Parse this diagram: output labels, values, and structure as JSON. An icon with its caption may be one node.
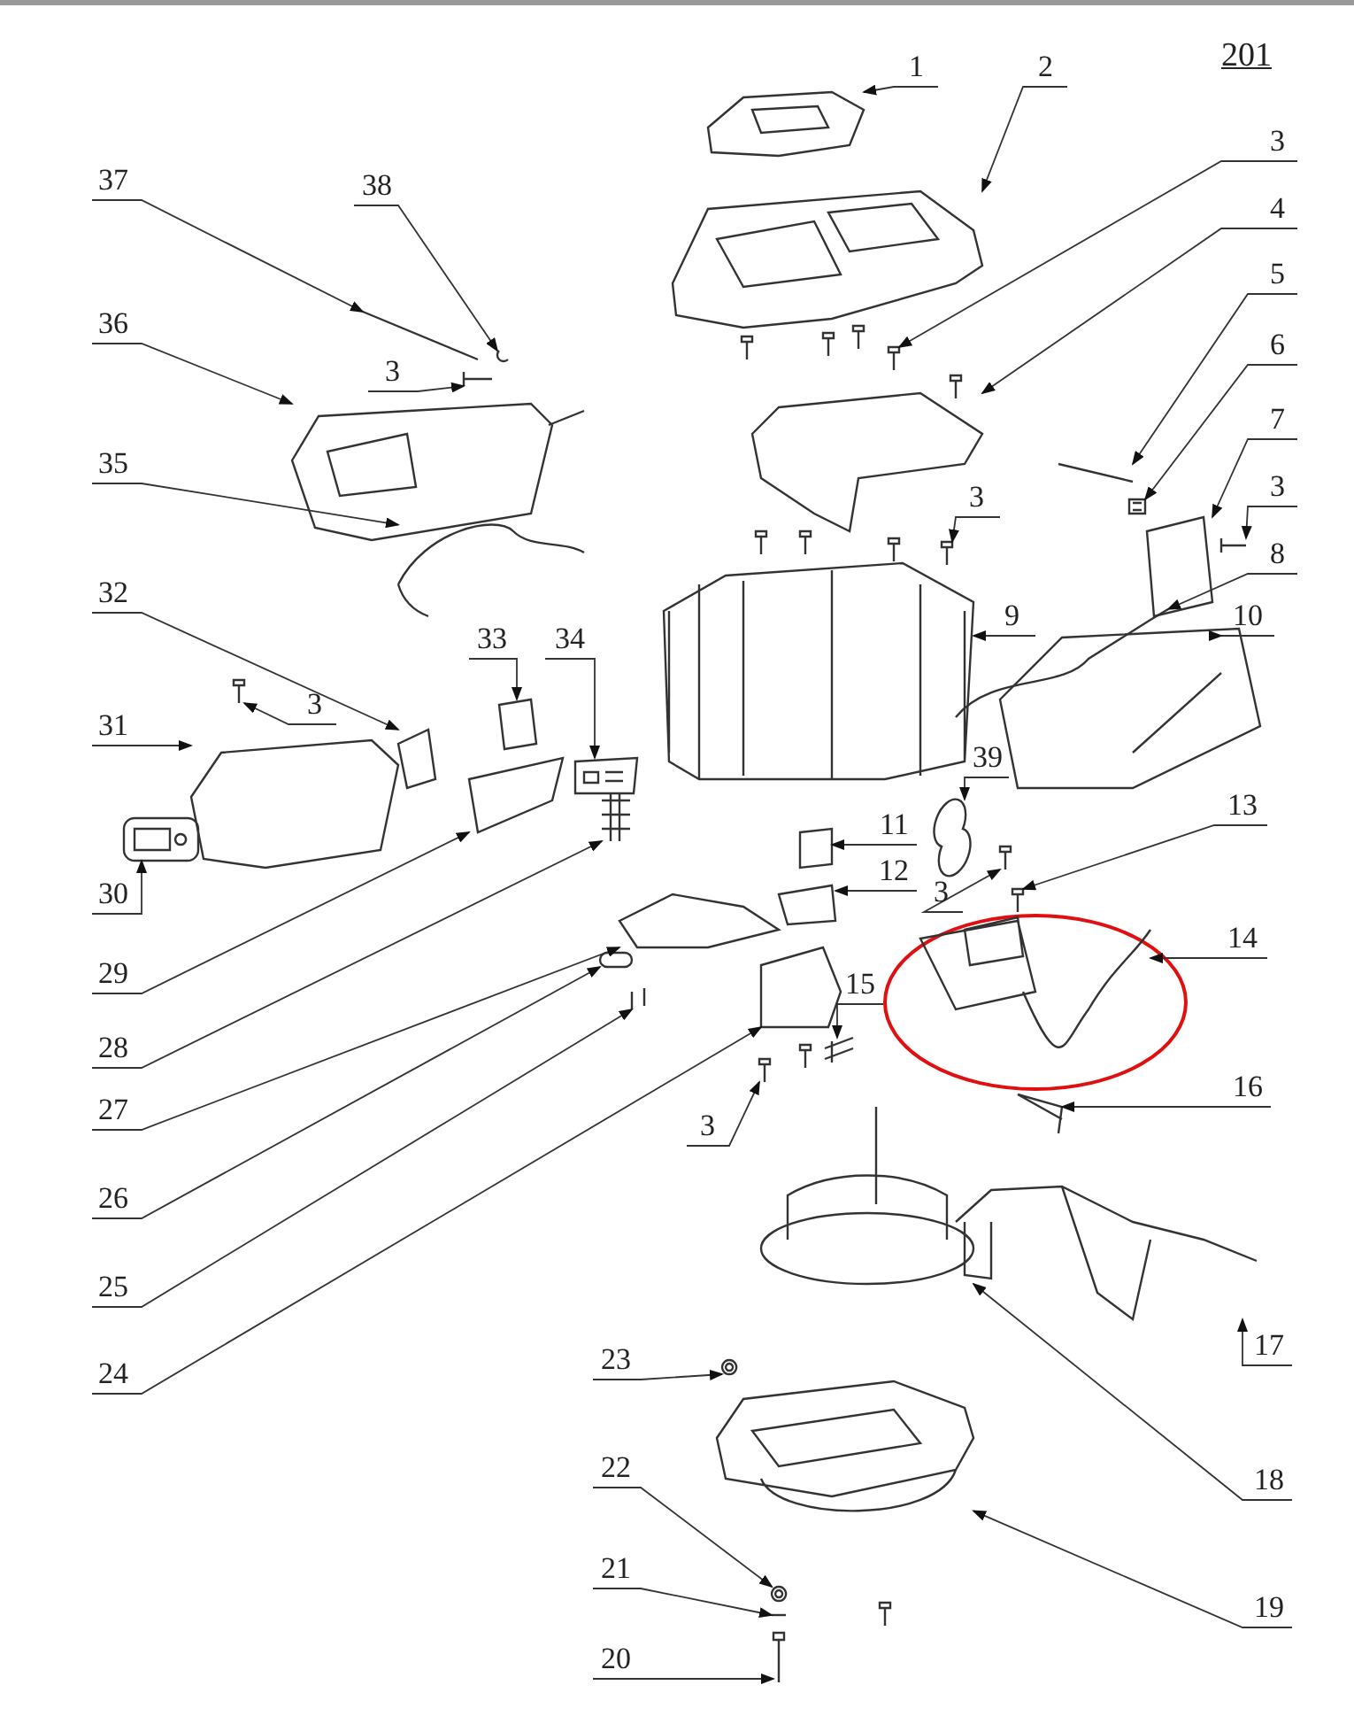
{
  "diagram": {
    "nodes": [
      {
        "text": [
          "1"
        ]
      },
      {
        "text": [
          "2"
        ]
      },
      {
        "text": [
          "3"
        ]
      },
      {
        "text": [
          "37"
        ]
      },
      {
        "text": [
          "38"
        ]
      },
      {
        "text": [
          "4"
        ]
      },
      {
        "text": [
          "36"
        ]
      },
      {
        "text": [
          "3"
        ]
      },
      {
        "text": [
          "5"
        ]
      },
      {
        "text": [
          "6"
        ]
      },
      {
        "text": [
          "7"
        ]
      },
      {
        "text": [
          "3"
        ]
      },
      {
        "text": [
          "35"
        ]
      },
      {
        "text": [
          "3"
        ]
      },
      {
        "text": [
          "8"
        ]
      },
      {
        "text": [
          "9"
        ]
      },
      {
        "text": [
          "10"
        ]
      },
      {
        "text": [
          "32"
        ]
      },
      {
        "text": [
          "33"
        ]
      },
      {
        "text": [
          "34"
        ]
      },
      {
        "text": [
          "31"
        ]
      },
      {
        "text": [
          "3"
        ]
      },
      {
        "text": [
          "39"
        ]
      },
      {
        "text": [
          "13"
        ]
      },
      {
        "text": [
          "11"
        ]
      },
      {
        "text": [
          "12"
        ]
      },
      {
        "text": [
          "3"
        ]
      },
      {
        "text": [
          "30"
        ]
      },
      {
        "text": [
          "29"
        ]
      },
      {
        "text": [
          "14"
        ]
      },
      {
        "text": [
          "28"
        ]
      },
      {
        "text": [
          "15"
        ]
      },
      {
        "text": [
          "16"
        ]
      },
      {
        "text": [
          "27"
        ]
      },
      {
        "text": [
          "3"
        ]
      },
      {
        "text": [
          "26"
        ]
      },
      {
        "text": [
          "25"
        ]
      },
      {
        "text": [
          "17"
        ]
      },
      {
        "text": [
          "24"
        ]
      },
      {
        "text": [
          "23"
        ]
      },
      {
        "text": [
          "18"
        ]
      },
      {
        "text": [
          "22"
        ]
      },
      {
        "text": [
          "21"
        ]
      },
      {
        "text": [
          "19"
        ]
      },
      {
        "text": [
          "20"
        ]
      },
      {
        "text": [],
        "shape": "picture"
      },
      {
        "text": [],
        "shape": "picture"
      },
      {
        "text": [],
        "shape": "picture"
      },
      {
        "text": [],
        "shape": "picture"
      },
      {
        "text": [],
        "shape": "picture"
      },
      {
        "text": [],
        "shape": "picture"
      },
      {
        "text": [],
        "shape": "picture"
      },
      {
        "text": [],
        "shape": "picture"
      },
      {
        "text": [],
        "shape": "picture"
      },
      {
        "text": [],
        "shape": "picture"
      },
      {
        "text": [],
        "shape": "picture"
      },
      {
        "text": [],
        "shape": "picture"
      },
      {
        "text": [],
        "shape": "picture"
      },
      {
        "text": [],
        "shape": "picture"
      },
      {
        "text": [],
        "shape": "picture"
      },
      {
        "text": [],
        "shape": "picture"
      },
      {
        "text": [],
        "shape": "picture"
      },
      {
        "text": [],
        "shape": "picture"
      },
      {
        "text": [],
        "shape": "picture"
      },
      {
        "text": [],
        "shape": "picture"
      },
      {
        "text": [],
        "shape": "picture"
      },
      {
        "text": [],
        "shape": "picture"
      },
      {
        "text": [],
        "shape": "picture"
      },
      {
        "text": [],
        "shape": "picture"
      },
      {
        "text": [],
        "shape": "picture"
      },
      {
        "text": [],
        "shape": "picture"
      },
      {
        "text": [],
        "shape": "picture"
      },
      {
        "text": [],
        "shape": "picture"
      },
      {
        "text": [],
        "shape": "picture"
      },
      {
        "text": [],
        "shape": "picture"
      },
      {
        "text": [],
        "shape": "picture"
      },
      {
        "text": [],
        "shape": "picture"
      },
      {
        "text": [],
        "shape": "picture"
      },
      {
        "text": [],
        "shape": "picture"
      },
      {
        "text": [],
        "shape": "picture"
      },
      {
        "text": [],
        "shape": "picture"
      },
      {
        "text": [],
        "shape": "picture"
      },
      {
        "text": [],
        "shape": "picture"
      },
      {
        "text": [],
        "shape": "picture"
      },
      {
        "text": [],
        "shape": "picture"
      },
      {
        "text": [],
        "shape": "picture"
      },
      {
        "text": [],
        "shape": "picture"
      },
      {
        "text": [],
        "shape": "picture"
      },
      {
        "text": [],
        "shape": "picture"
      },
      {
        "text": [],
        "shape": "picture"
      }
    ],
    "edges": [
      {
        "from": 0,
        "to": 45,
        "arrow": "to"
      },
      {
        "from": 1,
        "to": 46,
        "arrow": "to"
      },
      {
        "from": 2,
        "to": 47,
        "arrow": "to"
      },
      {
        "from": 3,
        "to": 48,
        "arrow": "to"
      },
      {
        "from": 4,
        "to": 49,
        "arrow": "to"
      },
      {
        "from": 5,
        "to": 50,
        "arrow": "to"
      },
      {
        "from": 6,
        "to": 51,
        "arrow": "to"
      },
      {
        "from": 7,
        "to": 52,
        "arrow": "to"
      },
      {
        "from": 8,
        "to": 53,
        "arrow": "to"
      },
      {
        "from": 9,
        "to": 54,
        "arrow": "to"
      },
      {
        "from": 10,
        "to": 55,
        "arrow": "to"
      },
      {
        "from": 11,
        "to": 56,
        "arrow": "to"
      },
      {
        "from": 12,
        "to": 57,
        "arrow": "to"
      },
      {
        "from": 13,
        "to": 58,
        "arrow": "to"
      },
      {
        "from": 14,
        "to": 59,
        "arrow": "to"
      },
      {
        "from": 15,
        "to": 60,
        "arrow": "to"
      },
      {
        "from": 16,
        "to": 61,
        "arrow": "to"
      },
      {
        "from": 17,
        "to": 62,
        "arrow": "to"
      },
      {
        "from": 18,
        "to": 63,
        "arrow": "to"
      },
      {
        "from": 19,
        "to": 64,
        "arrow": "to"
      },
      {
        "from": 20,
        "to": 65,
        "arrow": "to"
      },
      {
        "from": 21,
        "to": 66,
        "arrow": "to"
      },
      {
        "from": 22,
        "to": 67,
        "arrow": "to"
      },
      {
        "from": 23,
        "to": 68,
        "arrow": "to"
      },
      {
        "from": 24,
        "to": 69,
        "arrow": "to"
      },
      {
        "from": 25,
        "to": 70,
        "arrow": "to"
      },
      {
        "from": 26,
        "to": 71,
        "arrow": "to"
      },
      {
        "from": 27,
        "to": 72,
        "arrow": "to"
      },
      {
        "from": 28,
        "to": 73,
        "arrow": "to"
      },
      {
        "from": 29,
        "to": 74,
        "arrow": "to"
      },
      {
        "from": 30,
        "to": 75,
        "arrow": "to"
      },
      {
        "from": 31,
        "to": 76,
        "arrow": "to"
      },
      {
        "from": 32,
        "to": 77,
        "arrow": "to"
      },
      {
        "from": 33,
        "to": 78,
        "arrow": "to"
      },
      {
        "from": 34,
        "to": 79,
        "arrow": "to"
      },
      {
        "from": 35,
        "to": 80,
        "arrow": "to"
      },
      {
        "from": 36,
        "to": 81,
        "arrow": "to"
      },
      {
        "from": 37,
        "to": 82,
        "arrow": "to"
      },
      {
        "from": 38,
        "to": 83,
        "arrow": "to"
      },
      {
        "from": 39,
        "to": 84,
        "arrow": "to"
      },
      {
        "from": 40,
        "to": 85,
        "arrow": "to"
      },
      {
        "from": 41,
        "to": 86,
        "arrow": "to"
      },
      {
        "from": 42,
        "to": 87,
        "arrow": "to"
      },
      {
        "from": 43,
        "to": 88,
        "arrow": "to"
      },
      {
        "from": 44,
        "to": 89,
        "arrow": "to"
      }
    ],
    "labels": [
      "201"
    ]
  }
}
